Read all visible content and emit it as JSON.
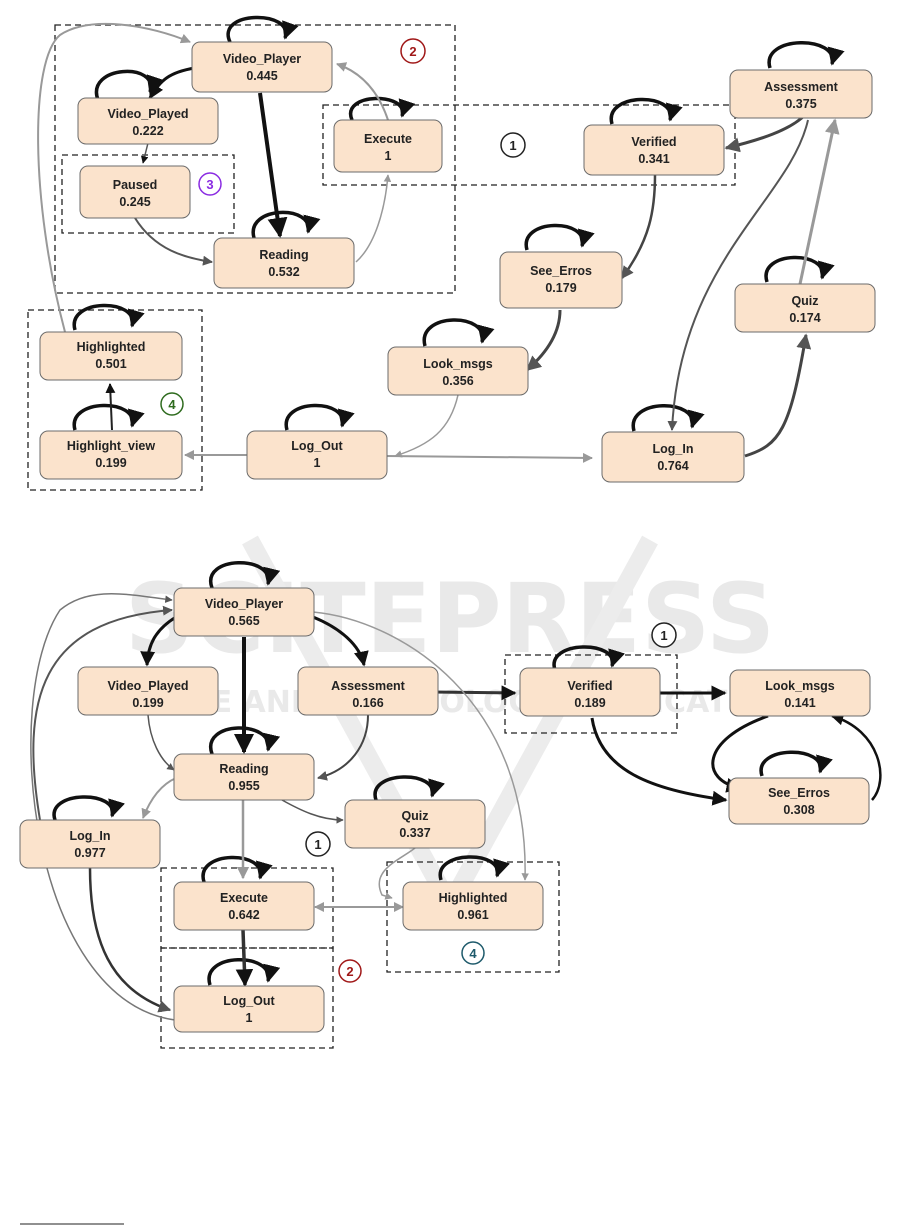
{
  "watermark": {
    "word": "SCITEPRESS",
    "subtitle": "SCIENCE AND TECHNOLOGY PUBLICATIONS"
  },
  "diagram_top": {
    "nodes": {
      "video_player": {
        "label": "Video_Player",
        "value": "0.445"
      },
      "video_played": {
        "label": "Video_Played",
        "value": "0.222"
      },
      "paused": {
        "label": "Paused",
        "value": "0.245"
      },
      "reading": {
        "label": "Reading",
        "value": "0.532"
      },
      "execute": {
        "label": "Execute",
        "value": "1"
      },
      "verified": {
        "label": "Verified",
        "value": "0.341"
      },
      "assessment": {
        "label": "Assessment",
        "value": "0.375"
      },
      "see_erros": {
        "label": "See_Erros",
        "value": "0.179"
      },
      "quiz": {
        "label": "Quiz",
        "value": "0.174"
      },
      "look_msgs": {
        "label": "Look_msgs",
        "value": "0.356"
      },
      "highlighted": {
        "label": "Highlighted",
        "value": "0.501"
      },
      "highlight_view": {
        "label": "Highlight_view",
        "value": "0.199"
      },
      "log_out": {
        "label": "Log_Out",
        "value": "1"
      },
      "log_in": {
        "label": "Log_In",
        "value": "0.764"
      }
    },
    "badges": {
      "b1": "1",
      "b2": "2",
      "b3": "3",
      "b4": "4"
    }
  },
  "diagram_bottom": {
    "nodes": {
      "video_player": {
        "label": "Video_Player",
        "value": "0.565"
      },
      "video_played": {
        "label": "Video_Played",
        "value": "0.199"
      },
      "assessment": {
        "label": "Assessment",
        "value": "0.166"
      },
      "verified": {
        "label": "Verified",
        "value": "0.189"
      },
      "look_msgs": {
        "label": "Look_msgs",
        "value": "0.141"
      },
      "reading": {
        "label": "Reading",
        "value": "0.955"
      },
      "see_erros": {
        "label": "See_Erros",
        "value": "0.308"
      },
      "quiz": {
        "label": "Quiz",
        "value": "0.337"
      },
      "log_in": {
        "label": "Log_In",
        "value": "0.977"
      },
      "execute": {
        "label": "Execute",
        "value": "0.642"
      },
      "highlighted": {
        "label": "Highlighted",
        "value": "0.961"
      },
      "log_out": {
        "label": "Log_Out",
        "value": "1"
      }
    },
    "badges": {
      "b1a": "1",
      "b1b": "1",
      "b2": "2",
      "b4": "4"
    }
  },
  "colors": {
    "node_fill": "#fbe3cc",
    "badge_1": "#222222",
    "badge_2": "#a01818",
    "badge_3": "#8a2be2",
    "badge_4_top": "#2e6b1e",
    "badge_4_bottom": "#1e5a6b"
  }
}
